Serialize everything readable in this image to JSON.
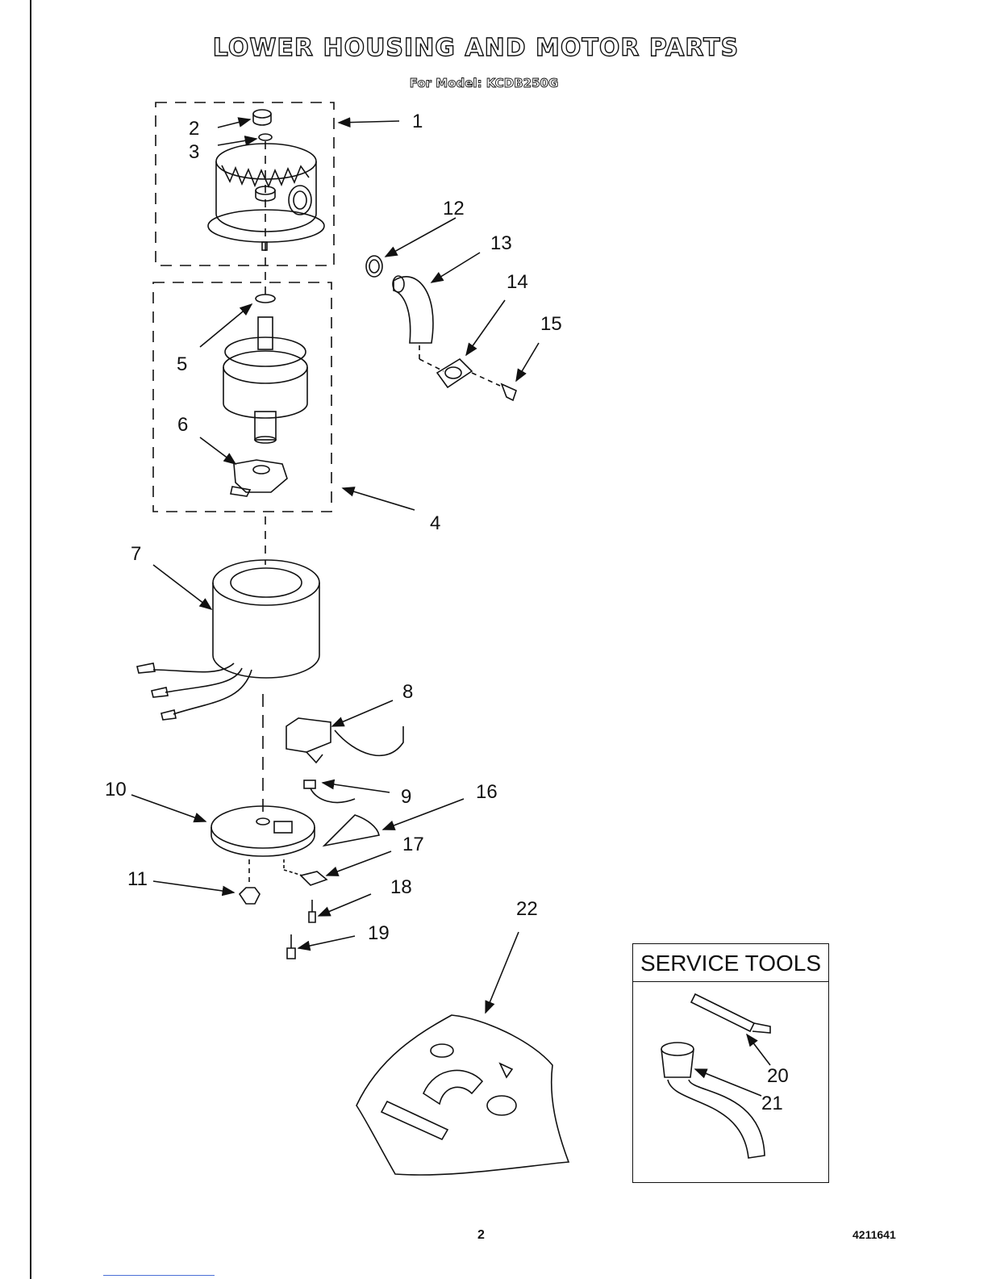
{
  "page": {
    "title": "LOWER HOUSING AND MOTOR PARTS",
    "subtitle": "For Model: KCDB250G",
    "page_number": "2",
    "document_number": "4211641"
  },
  "service_tools": {
    "header": "SERVICE TOOLS"
  },
  "callouts": [
    "1",
    "2",
    "3",
    "4",
    "5",
    "6",
    "7",
    "8",
    "9",
    "10",
    "11",
    "12",
    "13",
    "14",
    "15",
    "16",
    "17",
    "18",
    "19",
    "20",
    "21",
    "22"
  ]
}
